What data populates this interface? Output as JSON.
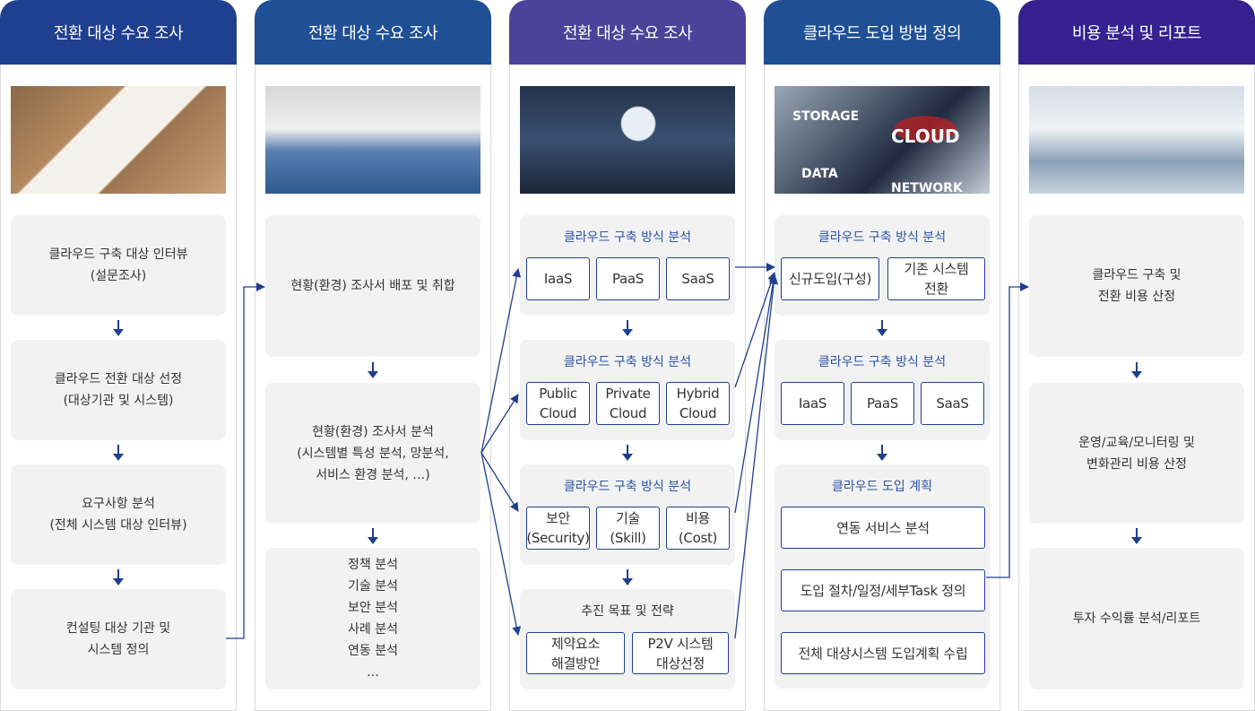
{
  "colors": {
    "header1": "#1f3f8f",
    "header2": "#1f4f94",
    "header3": "#4a4399",
    "header4": "#1f4f94",
    "header5": "#35218f",
    "accent": "#1f3f8f",
    "box": "#f2f2f2"
  },
  "columns": [
    {
      "header": "전환 대상 수요 조사",
      "boxes": [
        "클라우드 구축 대상 인터뷰\n(설문조사)",
        "클라우드 전환 대상 선정\n(대상기관 및 시스템)",
        "요구사항 분석\n(전체 시스템 대상 인터뷰)",
        "컨설팅 대상 기관 및\n시스템 정의"
      ]
    },
    {
      "header": "전환 대상 수요 조사",
      "boxes": [
        "현황(환경) 조사서 배포 및 취합",
        "현황(환경) 조사서 분석\n(시스템별 특성 분석, 망분석,\n서비스 환경 분석, …)",
        "정책 분석\n기술 분석\n보안 분석\n사례 분석\n연동 분석\n…"
      ]
    },
    {
      "header": "전환 대상 수요 조사",
      "groups": [
        {
          "title": "클라우드 구축 방식 분석",
          "items": [
            "IaaS",
            "PaaS",
            "SaaS"
          ]
        },
        {
          "title": "클라우드 구축 방식 분석",
          "items": [
            "Public\nCloud",
            "Private\nCloud",
            "Hybrid\nCloud"
          ]
        },
        {
          "title": "클라우드 구축 방식 분석",
          "items": [
            "보안\n(Security)",
            "기술\n(Skill)",
            "비용\n(Cost)"
          ]
        },
        {
          "title": "추진 목표 및 전략",
          "items": [
            "제약요소\n해결방안",
            "P2V 시스템\n대상선정"
          ]
        }
      ]
    },
    {
      "header": "클라우드 도입 방법 정의",
      "image_text": [
        "STORAGE",
        "CLOUD",
        "DATA",
        "NETWORK"
      ],
      "groups": [
        {
          "title": "클라우드 구축 방식 분석",
          "items": [
            "신규도입(구성)",
            "기존 시스템\n전환"
          ]
        },
        {
          "title": "클라우드 구축 방식 분석",
          "items": [
            "IaaS",
            "PaaS",
            "SaaS"
          ]
        },
        {
          "title": "클라우드 도입 계획",
          "items": [
            "연동 서비스 분석",
            "도입 절차/일정/세부Task 정의",
            "전체 대상시스템 도입계획 수립"
          ]
        }
      ]
    },
    {
      "header": "비용 분석 및 리포트",
      "boxes": [
        "클라우드 구축 및\n전환 비용 산정",
        "운영/교육/모니터링 및\n변화관리 비용 산정",
        "투자 수익률 분석/리포트"
      ]
    }
  ]
}
